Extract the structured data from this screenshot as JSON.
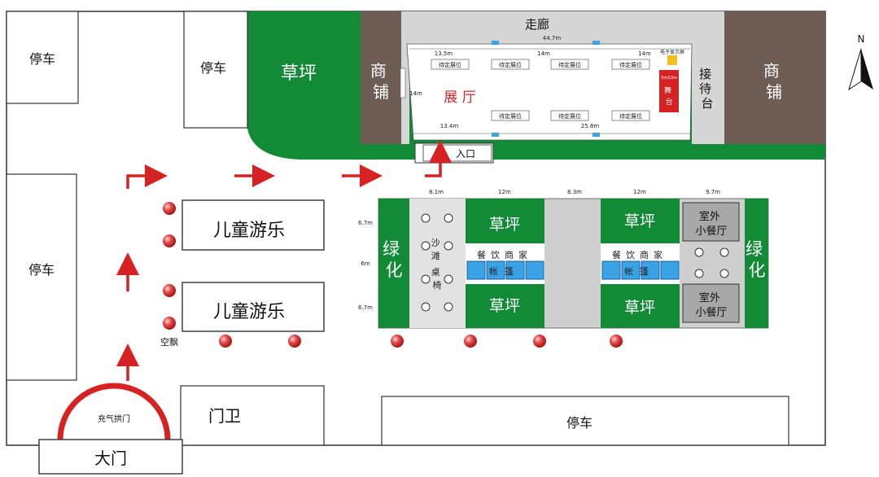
{
  "labels": {
    "parking": "停车",
    "lawn": "草坪",
    "shop": "商铺",
    "corridor": "走廊",
    "hall": "展 厅",
    "reception": "接待台",
    "entrance": "入口",
    "kids": "儿童游乐",
    "greenery": "绿化",
    "outdoor_diner": "室外小餐厅",
    "tent_caption": "餐饮商家",
    "tent": "帐篷",
    "sand_tables": "沙滩桌椅",
    "balloon": "空飘",
    "arch": "充气拱门",
    "guard": "门卫",
    "gate": "大门",
    "north": "N",
    "booth": "待定展位",
    "stage": "舞台",
    "stage_top": "5mX3m",
    "screen": "电子显示屏"
  },
  "dims": {
    "corridor_len": "44.7m",
    "hall_seg1": "13.5m",
    "hall_seg2": "14m",
    "hall_seg3": "14m",
    "hall_depth": "14m",
    "hall_bottom1": "13.4m",
    "hall_bottom2": "25.8m",
    "zone1": "8.1m",
    "zone2": "12m",
    "zone3": "8.3m",
    "zone4": "12m",
    "zone5": "9.7m",
    "row1": "6.7m",
    "row2": "6m",
    "row3": "6.7m"
  },
  "colors": {
    "green": "#138a36",
    "brown": "#6e5d55",
    "gray": "#c8c8c8",
    "red": "#d62222",
    "blue": "#3aa3e6"
  }
}
